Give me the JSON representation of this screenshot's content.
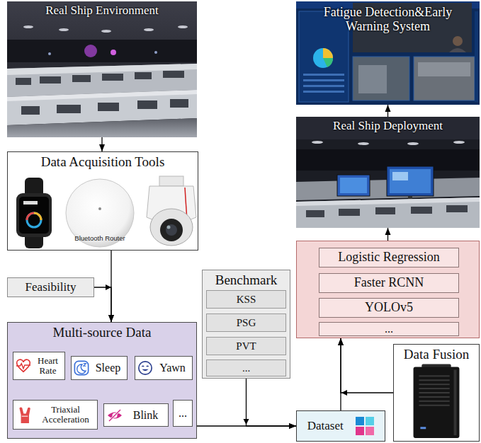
{
  "diagram": {
    "nodes": [
      {
        "text": [
          "Real Ship Environment"
        ]
      },
      {
        "text": [
          "Data Acquisition Tools",
          "Bluetooth Router"
        ]
      },
      {
        "text": [
          "Feasibility"
        ]
      },
      {
        "text": [
          "Multi-source Data"
        ]
      },
      {
        "text": [
          "Heart Rate"
        ],
        "in": 3
      },
      {
        "text": [
          "Sleep"
        ],
        "in": 3
      },
      {
        "text": [
          "Yawn"
        ],
        "in": 3
      },
      {
        "text": [
          "Triaxial Acceleration"
        ],
        "in": 3
      },
      {
        "text": [
          "Blink"
        ],
        "in": 3
      },
      {
        "text": [
          "..."
        ],
        "in": 3
      },
      {
        "text": [
          "Benchmark"
        ]
      },
      {
        "text": [
          "KSS"
        ],
        "in": 10
      },
      {
        "text": [
          "PSG"
        ],
        "in": 10
      },
      {
        "text": [
          "PVT"
        ],
        "in": 10
      },
      {
        "text": [
          "..."
        ],
        "in": 10
      },
      {
        "text": [
          "Dataset"
        ]
      },
      {
        "text": [
          "Data Fusion"
        ]
      },
      {
        "text": []
      },
      {
        "text": [
          "Logistic Regression"
        ],
        "in": 17
      },
      {
        "text": [
          "Faster RCNN"
        ],
        "in": 17
      },
      {
        "text": [
          "YOLOv5"
        ],
        "in": 17
      },
      {
        "text": [
          "..."
        ],
        "in": 17
      },
      {
        "text": [
          "Real Ship Deployment"
        ]
      },
      {
        "text": [
          "Fatigue Detection&Early Warning System"
        ]
      }
    ],
    "edges": [
      {
        "from": 0,
        "to": 1,
        "arrow": "to"
      },
      {
        "from": 1,
        "to": 3,
        "arrow": "to"
      },
      {
        "from": 2,
        "to": 3,
        "arrow": "to"
      },
      {
        "from": 3,
        "to": 15,
        "arrow": "to"
      },
      {
        "from": 10,
        "to": 15,
        "arrow": "to"
      },
      {
        "from": 16,
        "to": 17,
        "arrow": "to"
      },
      {
        "from": 15,
        "to": 17,
        "arrow": "to"
      },
      {
        "from": 17,
        "to": 22,
        "arrow": "to"
      },
      {
        "from": 22,
        "to": 23,
        "arrow": "to"
      }
    ]
  }
}
